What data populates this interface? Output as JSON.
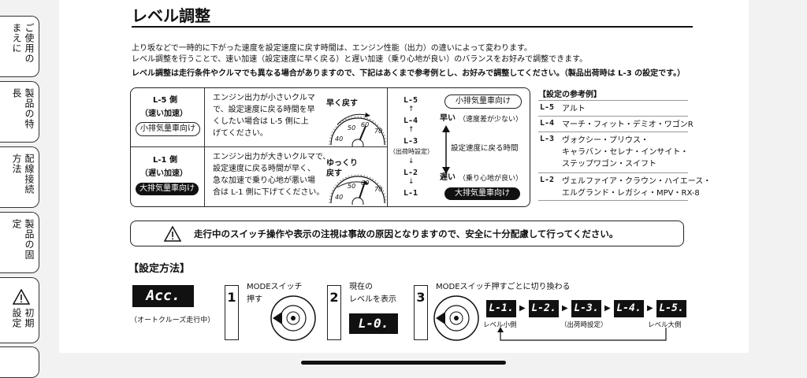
{
  "side_tabs": [
    {
      "label": "ご使用のまえに"
    },
    {
      "label": "製品の特長"
    },
    {
      "label": "配線接続方法"
    },
    {
      "label": "製品の固定"
    },
    {
      "label": "初期設定"
    }
  ],
  "title": "レベル調整",
  "intro": [
    "上り坂などで一時的に下がった速度を設定速度に戻す時間は、エンジン性能（出力）の違いによって変わります。",
    "レベル調整を行うことで、速い加速（設定速度に早く戻る）と遅い加速（乗り心地が良い）のバランスをお好みで調整できます。",
    "レベル調整は走行条件やクルマでも異なる場合がありますので、下記はあくまで参考例とし、お好みで調整してください。（製品出荷時は L-3 の設定です。）"
  ],
  "table": {
    "top": {
      "level": "L-5 側",
      "mode": "（速い加速）",
      "badge": "小排気量車向け",
      "desc": [
        "エンジン出力が小さいクルマ",
        "で、設定速度に戻る時間を早",
        "くしたい場合は L-5 側に上",
        "げてください。"
      ],
      "gauge_label": "早く戻す",
      "gauge_ticks": [
        "40",
        "50",
        "60",
        "70"
      ]
    },
    "bottom": {
      "level": "L-1 側",
      "mode": "（遅い加速）",
      "badge": "大排気量車向け",
      "desc": [
        "エンジン出力が大きいクルマで、",
        "設定速度に戻る時間が早く、",
        "急な加速で乗り心地が悪い場",
        "合は L-1 側に下げてください。"
      ],
      "gauge_label": [
        "ゆっくり",
        "戻す"
      ],
      "gauge_ticks": [
        "40",
        "50",
        "60",
        "70"
      ]
    },
    "scale": {
      "levels": [
        "L-5",
        "L-4",
        "L-3",
        "L-2",
        "L-1"
      ],
      "default_note": "（出荷時設定）",
      "fast": "早い",
      "fast_note": "（速度差が少ない）",
      "middle": "設定速度に戻る時間",
      "slow": "遅い",
      "slow_note": "（乗り心地が良い）",
      "badge_top": "小排気量車向け",
      "badge_bottom": "大排気量車向け"
    }
  },
  "reference": {
    "title": "【設定の参考例】",
    "rows": [
      {
        "code": "L-5",
        "cars": [
          "アルト"
        ]
      },
      {
        "code": "L-4",
        "cars": [
          "マーチ・フィット・デミオ・ワゴンR"
        ]
      },
      {
        "code": "L-3",
        "cars": [
          "ヴォクシー・プリウス・",
          "キャラバン・セレナ・インサイト・",
          "ステップワゴン・スイフト"
        ]
      },
      {
        "code": "L-2",
        "cars": [
          "ヴェルファイア・クラウン・ハイエース・",
          "エルグランド・レガシィ・MPV・RX-8"
        ]
      }
    ]
  },
  "warning": "走行中のスイッチ操作や表示の注視は事故の原因となりますので、安全に十分配慮して行ってください。",
  "method": {
    "title": "【設定方法】",
    "display": "Acc.",
    "display_note": "（オートクルーズ走行中）",
    "steps": [
      {
        "num": "1",
        "text": [
          "MODEスイッチ",
          "押す"
        ]
      },
      {
        "num": "2",
        "text": [
          "現在の",
          "レベルを表示"
        ],
        "lcd": "L-0."
      },
      {
        "num": "3",
        "text": [
          "MODEスイッチ押すごとに切り換わる"
        ]
      }
    ],
    "sequence": [
      "L-1.",
      "L-2.",
      "L-3.",
      "L-4.",
      "L-5."
    ],
    "seq_labels": {
      "left": "レベル小側",
      "mid": "（出荷時設定）",
      "right": "レベル大側"
    }
  },
  "colors": {
    "page": "#ffffff",
    "background": "#f2f2f2",
    "ink": "#111111"
  }
}
